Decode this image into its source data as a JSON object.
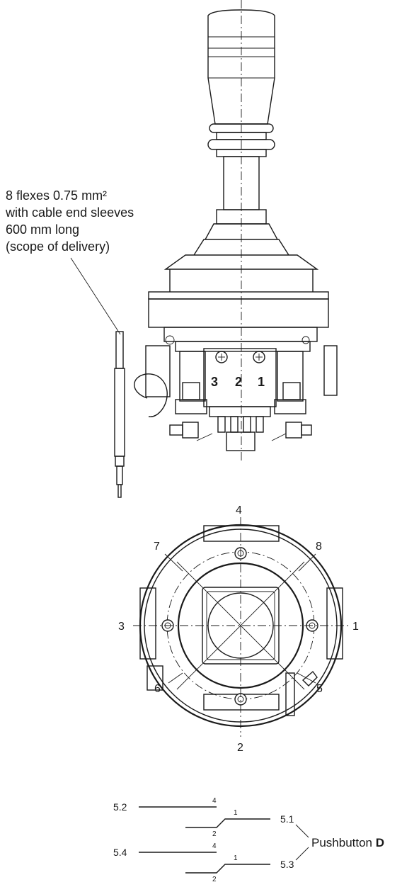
{
  "cable_note": {
    "line1": "8 flexes 0.75 mm²",
    "line2": "with cable end sleeves",
    "line3": "600 mm long",
    "line4": "(scope of delivery)"
  },
  "side_view": {
    "terminal_labels": [
      "3",
      "2",
      "1"
    ]
  },
  "top_view": {
    "directions": [
      "1",
      "2",
      "3",
      "4",
      "5",
      "6",
      "7",
      "8"
    ]
  },
  "schematic": {
    "contact_a": {
      "left": "5.2",
      "right": "5.1",
      "pin_top": "4",
      "pin_mid": "1",
      "pin_bottom": "2"
    },
    "contact_b": {
      "left": "5.4",
      "right": "5.3",
      "pin_top": "4",
      "pin_mid": "1",
      "pin_bottom": "2"
    },
    "pushbutton_label": "Pushbutton",
    "pushbutton_letter": "D"
  }
}
